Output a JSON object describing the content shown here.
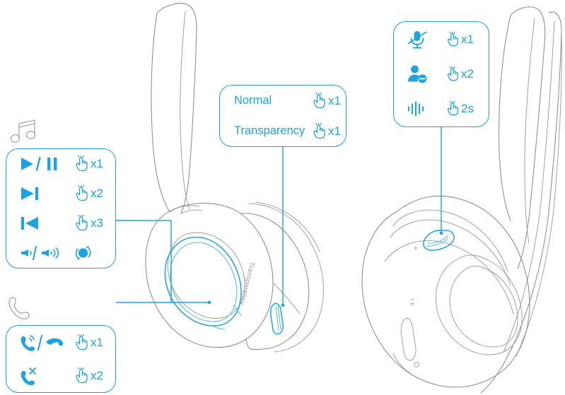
{
  "meta": {
    "accent_color": "#1ba3e3",
    "outline_color": "#8c8c8c",
    "glyph_gray": "#a6a6a6",
    "background": "#ffffff",
    "title": "Headphone touch and button controls"
  },
  "callouts": {
    "media": {
      "name": "media-controls",
      "category_icon": "music-note-icon",
      "rows": [
        {
          "icon": "play-pause-icon",
          "gesture_icon": "tap-hand-icon",
          "gesture": "x1"
        },
        {
          "icon": "next-track-icon",
          "gesture_icon": "tap-hand-icon",
          "gesture": "x2"
        },
        {
          "icon": "previous-track-icon",
          "gesture_icon": "tap-hand-icon",
          "gesture": "x3"
        },
        {
          "icon": "volume-down-up-icon",
          "gesture_icon": "rotate-dial-icon",
          "gesture": ""
        }
      ]
    },
    "call": {
      "name": "call-controls",
      "category_icon": "phone-handset-icon",
      "rows": [
        {
          "icon": "answer-hangup-icon",
          "gesture_icon": "tap-hand-icon",
          "gesture": "x1"
        },
        {
          "icon": "reject-call-icon",
          "gesture_icon": "tap-hand-icon",
          "gesture": "x2"
        }
      ]
    },
    "mode": {
      "name": "listening-mode",
      "rows": [
        {
          "label": "Normal",
          "gesture_icon": "tap-hand-icon",
          "gesture": "x1"
        },
        {
          "label": "Transparency",
          "gesture_icon": "tap-hand-icon",
          "gesture": "x1"
        }
      ]
    },
    "meeting": {
      "name": "meeting-controls",
      "rows": [
        {
          "icon": "mic-muted-icon",
          "gesture_icon": "tap-hand-icon",
          "gesture": "x1"
        },
        {
          "icon": "remove-person-icon",
          "gesture_icon": "tap-hand-icon",
          "gesture": "x2"
        },
        {
          "icon": "voice-waveform-icon",
          "gesture_icon": "tap-hand-icon",
          "gesture": "2s"
        }
      ]
    }
  },
  "product": {
    "left_unit": {
      "name": "left-headphone",
      "engraved_label": "Transparency",
      "highlighted_parts": [
        "touch-pad-earcup",
        "transparency-button"
      ]
    },
    "right_unit": {
      "name": "right-headphone",
      "highlighted_parts": [
        "multifunction-button"
      ],
      "engraved_icons": [
        "bluetooth-icon",
        "power-icon"
      ]
    }
  }
}
